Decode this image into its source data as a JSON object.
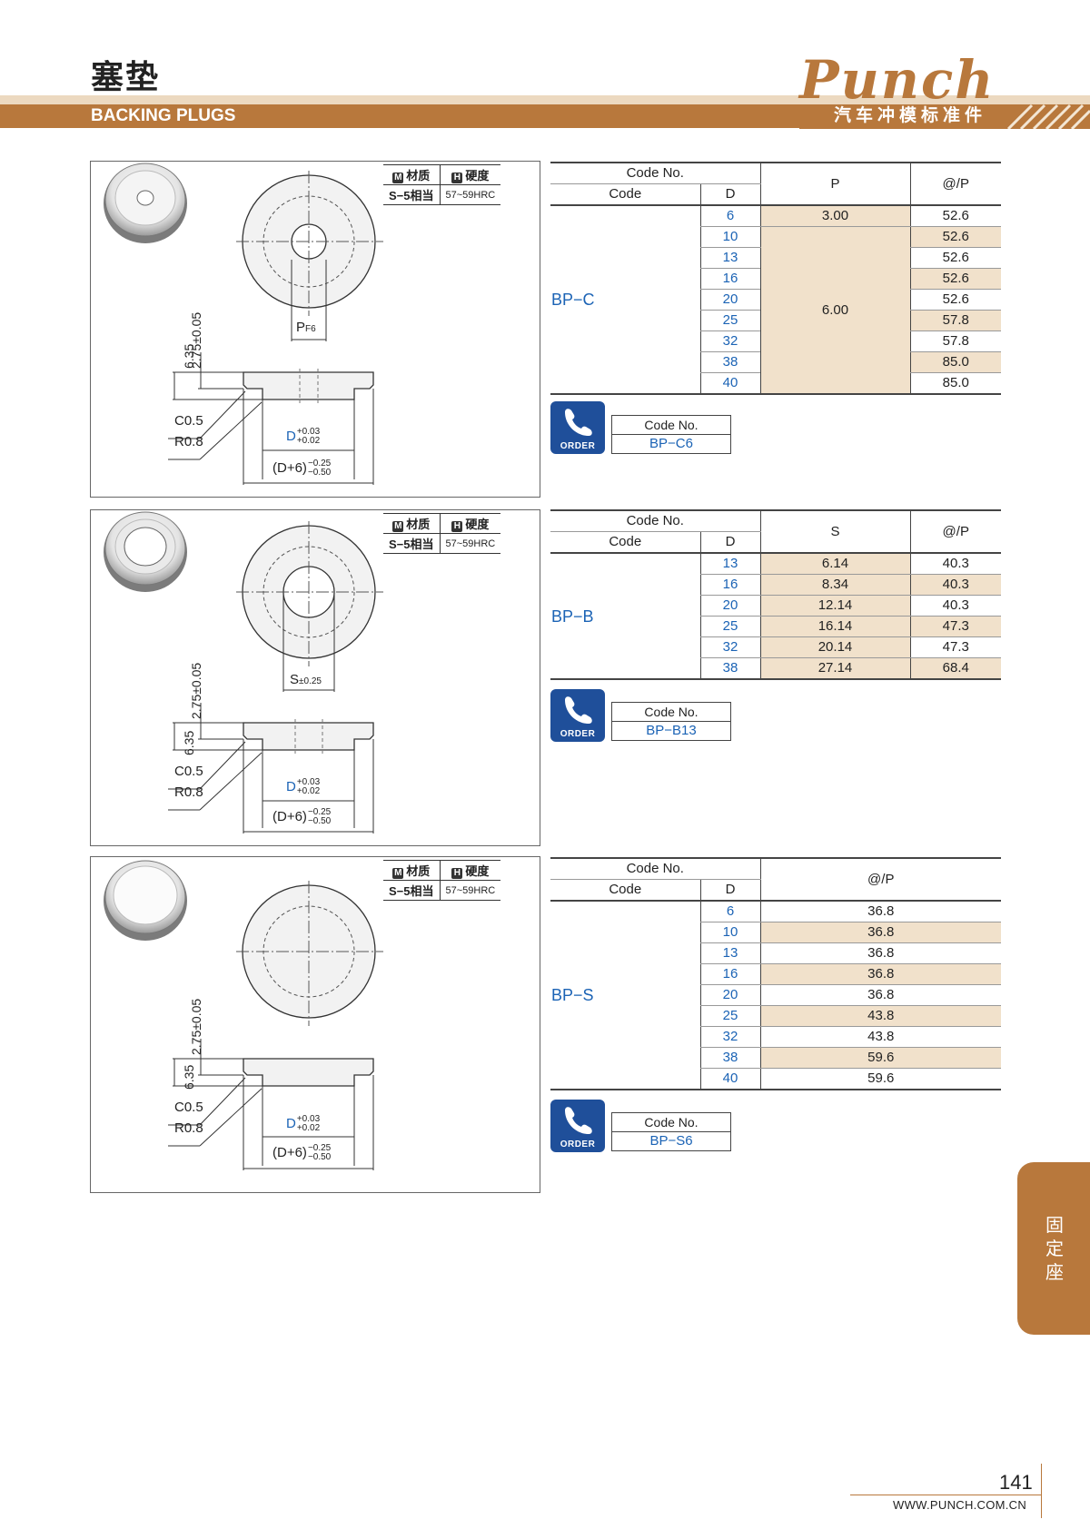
{
  "header": {
    "title_cn": "塞垫",
    "title_en": "BACKING PLUGS",
    "logo_word": "Punch",
    "logo_sub": "汽车冲模标准件"
  },
  "material": {
    "m_label": "材质",
    "h_label": "硬度",
    "m_value": "S−5相当",
    "h_value": "57~59HRC"
  },
  "drawing": {
    "dim_height": "6.35",
    "dim_step": "2.75±0.05",
    "dim_c": "C0.5",
    "dim_r": "R0.8",
    "dim_d": "D",
    "dim_d_tol_up": "+0.03",
    "dim_d_tol_low": "+0.02",
    "dim_od": "(D+6)",
    "dim_od_tol_up": "−0.25",
    "dim_od_tol_low": "−0.50",
    "bpc_hole": "P",
    "bpc_hole_tol": "F6",
    "bpb_hole": "S",
    "bpb_hole_tol": "±0.25"
  },
  "tables": {
    "codeno": "Code No.",
    "code": "Code",
    "d": "D",
    "price": "@/P",
    "bpc": {
      "code": "BP−C",
      "col": "P",
      "d": [
        "6",
        "10",
        "13",
        "16",
        "20",
        "25",
        "32",
        "38",
        "40"
      ],
      "p_first": "3.00",
      "p_rest": "6.00",
      "price": [
        "52.6",
        "52.6",
        "52.6",
        "52.6",
        "52.6",
        "57.8",
        "57.8",
        "85.0",
        "85.0"
      ]
    },
    "bpb": {
      "code": "BP−B",
      "col": "S",
      "d": [
        "13",
        "16",
        "20",
        "25",
        "32",
        "38"
      ],
      "s": [
        "6.14",
        "8.34",
        "12.14",
        "16.14",
        "20.14",
        "27.14"
      ],
      "price": [
        "40.3",
        "40.3",
        "40.3",
        "47.3",
        "47.3",
        "68.4"
      ]
    },
    "bps": {
      "code": "BP−S",
      "d": [
        "6",
        "10",
        "13",
        "16",
        "20",
        "25",
        "32",
        "38",
        "40"
      ],
      "price": [
        "36.8",
        "36.8",
        "36.8",
        "36.8",
        "36.8",
        "43.8",
        "43.8",
        "59.6",
        "59.6"
      ]
    }
  },
  "order": {
    "icon_label": "ORDER",
    "codeno": "Code No.",
    "bpc": "BP−C6",
    "bpb": "BP−B13",
    "bps": "BP−S6"
  },
  "sidetab": "固定座",
  "footer": {
    "page": "141",
    "url": "WWW.PUNCH.COM.CN"
  },
  "colors": {
    "accent": "#b8783c",
    "blue": "#1b63b5",
    "shade": "#f1e1cb"
  }
}
